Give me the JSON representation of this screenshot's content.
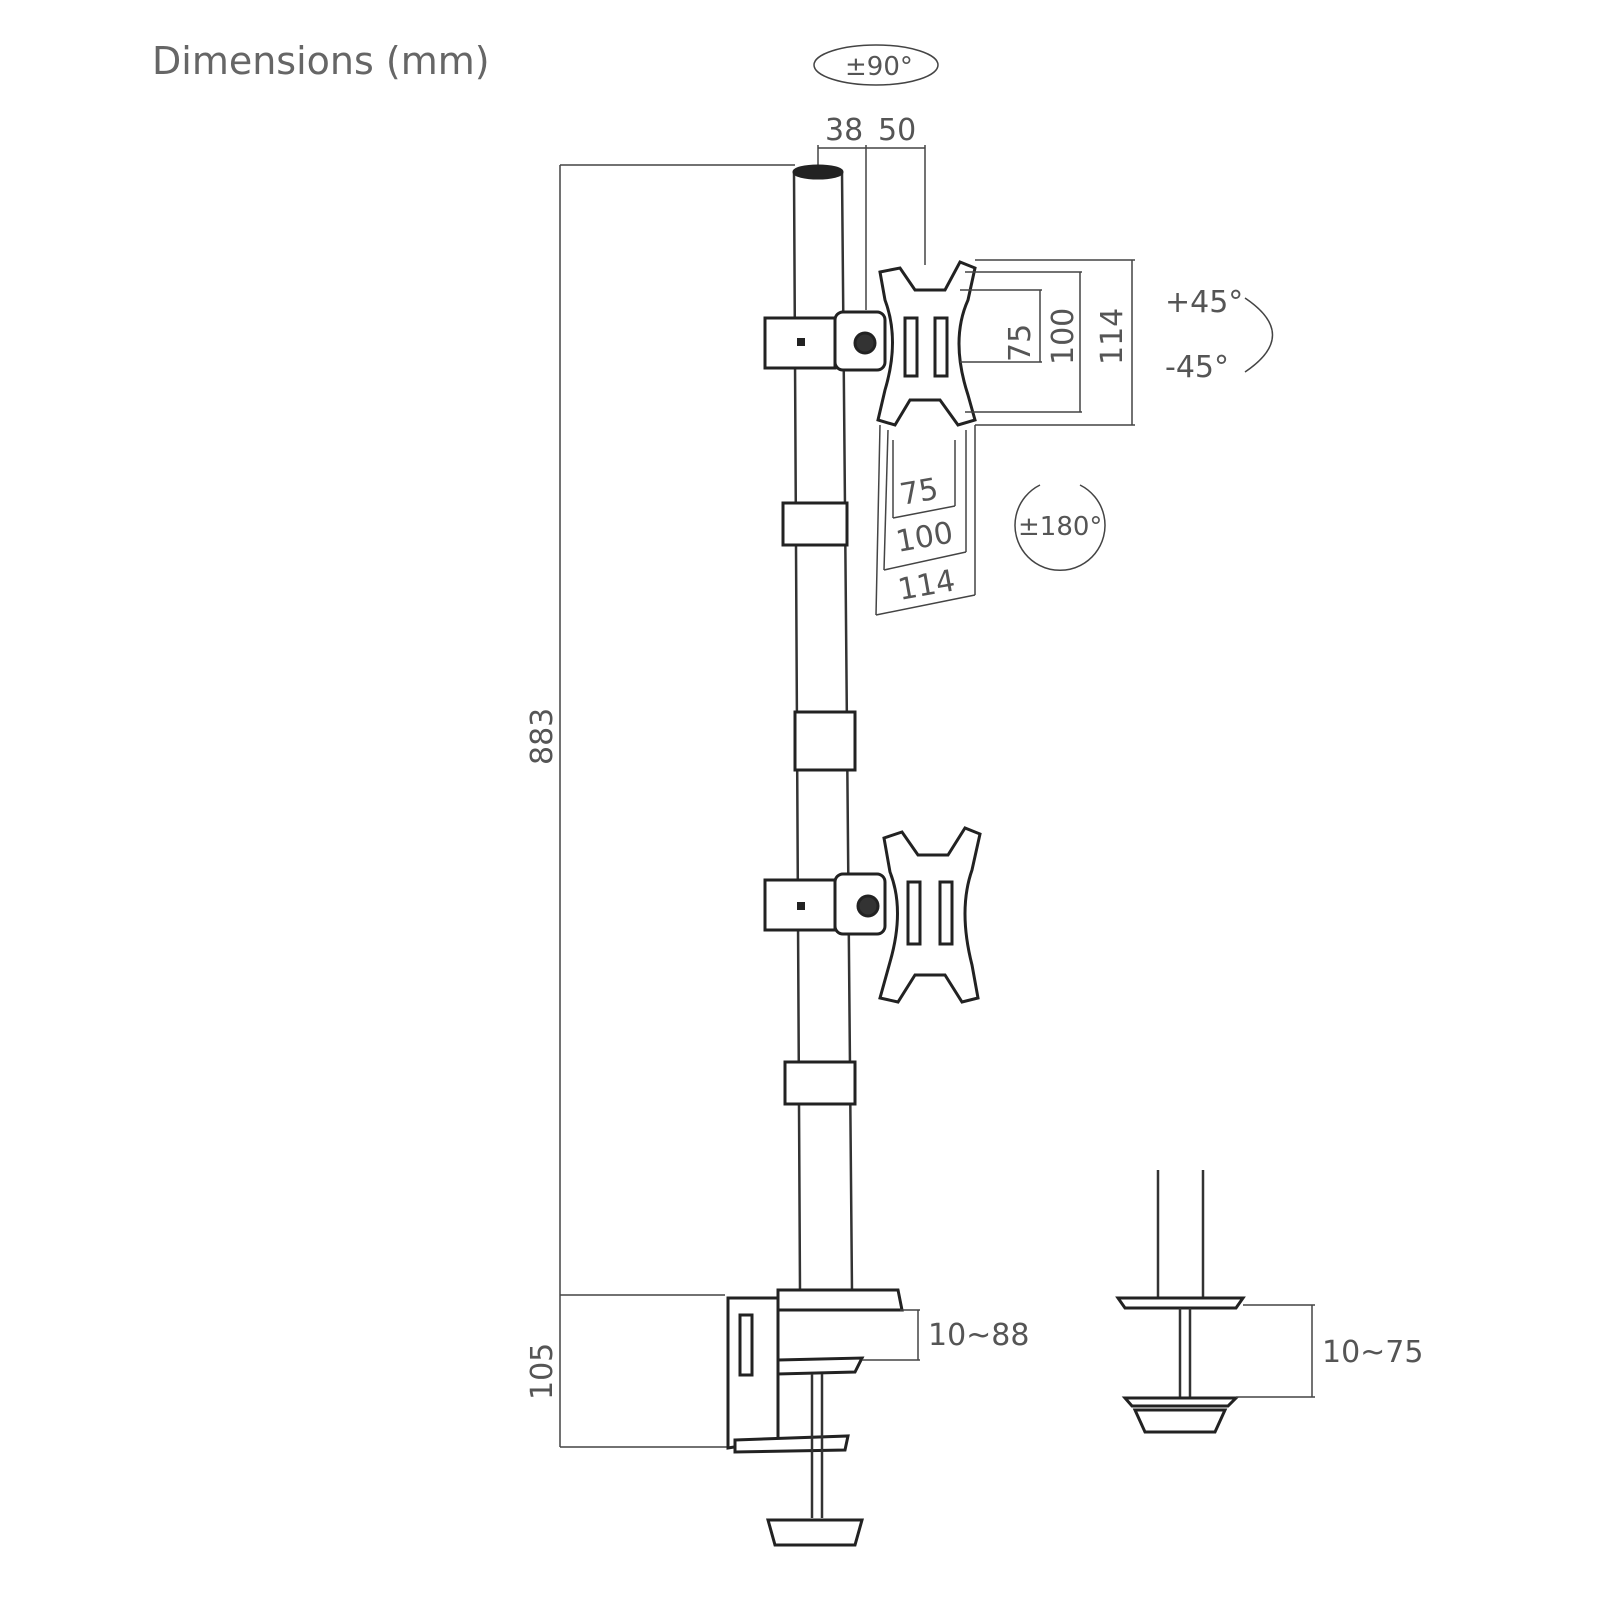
{
  "title": "Dimensions (mm)",
  "rotation": {
    "swivel": "±90°",
    "tilt_up": "+45°",
    "tilt_down": "-45°",
    "rotate": "±180°"
  },
  "dimensions": {
    "pole_offset": "38",
    "arm_offset": "50",
    "vesa_v_75": "75",
    "vesa_v_100": "100",
    "plate_height": "114",
    "vesa_h_75": "75",
    "vesa_h_100": "100",
    "plate_width": "114",
    "total_height": "883",
    "clamp_height": "105",
    "clamp_range": "10~88",
    "grommet_range": "10~75"
  }
}
